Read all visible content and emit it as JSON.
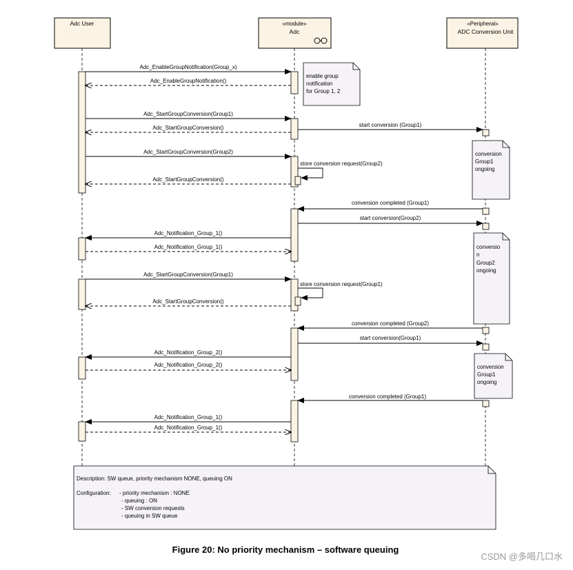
{
  "lifelines": [
    {
      "id": "user",
      "stereotype": "",
      "name": "Adc User"
    },
    {
      "id": "adc",
      "stereotype": "«module»",
      "name": "Adc"
    },
    {
      "id": "periph",
      "stereotype": "«Peripheral»",
      "name": "ADC Conversion Unit"
    }
  ],
  "messages": [
    {
      "from": "user",
      "to": "adc",
      "label": "Adc_EnableGroupNotification(Group_x)",
      "kind": "call"
    },
    {
      "from": "adc",
      "to": "user",
      "label": "Adc_EnableGroupNotification()",
      "kind": "return"
    },
    {
      "from": "user",
      "to": "adc",
      "label": "Adc_StartGroupConversion(Group1)",
      "kind": "call"
    },
    {
      "from": "adc",
      "to": "user",
      "label": "Adc_StartGroupConversion()",
      "kind": "return"
    },
    {
      "from": "adc",
      "to": "periph",
      "label": "start conversion (Group1)",
      "kind": "call"
    },
    {
      "from": "user",
      "to": "adc",
      "label": "Adc_StartGroupConversion(Group2)",
      "kind": "call"
    },
    {
      "from": "adc",
      "to": "adc",
      "label": "store conversion request(Group2)",
      "kind": "self"
    },
    {
      "from": "adc",
      "to": "user",
      "label": "Adc_StartGroupConversion()",
      "kind": "return"
    },
    {
      "from": "periph",
      "to": "adc",
      "label": "conversion completed (Group1)",
      "kind": "call"
    },
    {
      "from": "adc",
      "to": "periph",
      "label": "start conversion(Group2)",
      "kind": "call"
    },
    {
      "from": "adc",
      "to": "user",
      "label": "Adc_Notification_Group_1()",
      "kind": "call"
    },
    {
      "from": "user",
      "to": "adc",
      "label": "Adc_Notification_Group_1()",
      "kind": "return"
    },
    {
      "from": "user",
      "to": "adc",
      "label": "Adc_StartGroupConversion(Group1)",
      "kind": "call"
    },
    {
      "from": "adc",
      "to": "adc",
      "label": "store conversion request(Group1)",
      "kind": "self"
    },
    {
      "from": "adc",
      "to": "user",
      "label": "Adc_StartGroupConversion()",
      "kind": "return"
    },
    {
      "from": "periph",
      "to": "adc",
      "label": "conversion completed (Group2)",
      "kind": "call"
    },
    {
      "from": "adc",
      "to": "periph",
      "label": "start conversion(Group1)",
      "kind": "call"
    },
    {
      "from": "adc",
      "to": "user",
      "label": "Adc_Notification_Group_2()",
      "kind": "call"
    },
    {
      "from": "user",
      "to": "adc",
      "label": "Adc_Notification_Group_2()",
      "kind": "return"
    },
    {
      "from": "periph",
      "to": "adc",
      "label": "conversion completed (Group1)",
      "kind": "call"
    },
    {
      "from": "adc",
      "to": "user",
      "label": "Adc_Notification_Group_1()",
      "kind": "call"
    },
    {
      "from": "user",
      "to": "adc",
      "label": "Adc_Notification_Group_1()",
      "kind": "return"
    }
  ],
  "notes": [
    {
      "lines": [
        "enable group",
        "notification",
        "for Group 1, 2"
      ]
    },
    {
      "lines": [
        "conversion",
        "Group1",
        "ongoing"
      ]
    },
    {
      "lines": [
        "conversio",
        "n",
        "Group2",
        "ongoing"
      ]
    },
    {
      "lines": [
        "conversion",
        "Group1",
        "ongoing"
      ]
    }
  ],
  "description_box": {
    "description": "Description: SW queue, priority mechanism NONE, queuing ON",
    "configuration_label": "Configuration:",
    "configuration_items": [
      "- priority mechanism : NONE",
      "- queuing : ON",
      "- SW conversion requests",
      "- queuing in SW queue"
    ]
  },
  "caption": "Figure 20: No priority mechanism – software queuing",
  "watermark": "CSDN @多喝几口水",
  "colors": {
    "header_fill": "#fbf3e4",
    "activation_fill": "#fbf3e4",
    "note_fill": "#f6f3f8",
    "line": "#000000",
    "text": "#000000",
    "watermark": "#999999"
  }
}
